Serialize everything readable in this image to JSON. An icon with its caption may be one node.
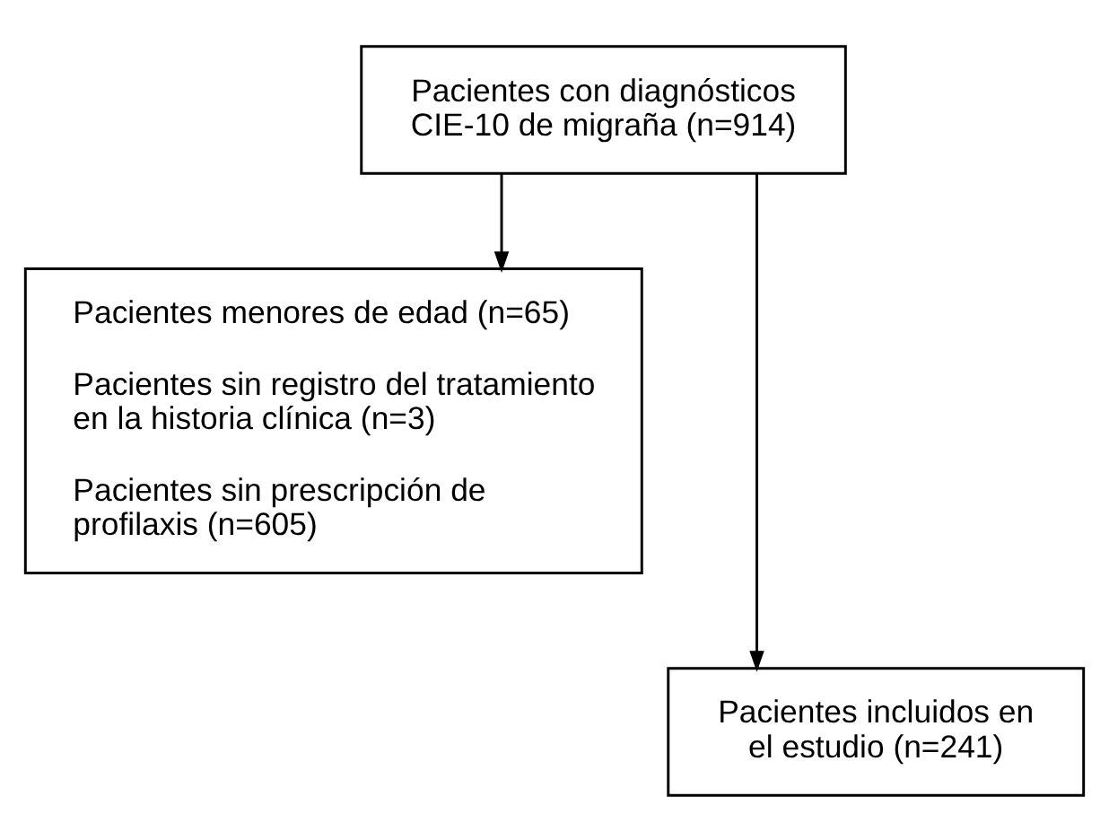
{
  "diagram": {
    "nodes": [
      {
        "text": [
          "Pacientes con diagnósticos CIE-10 de migraña (n=914)"
        ]
      },
      {
        "text": [
          "Pacientes menores de edad (n=65)",
          "Pacientes sin registro del tratamiento en la historia clínica (n=3)",
          "Pacientes sin prescripción de profilaxis (n=605)"
        ]
      },
      {
        "text": [
          "Pacientes incluidos en el estudio (n=241)"
        ]
      }
    ],
    "edges": [
      {
        "from": 0,
        "to": 1,
        "arrow": "to"
      },
      {
        "from": 0,
        "to": 2,
        "arrow": "to"
      }
    ]
  }
}
